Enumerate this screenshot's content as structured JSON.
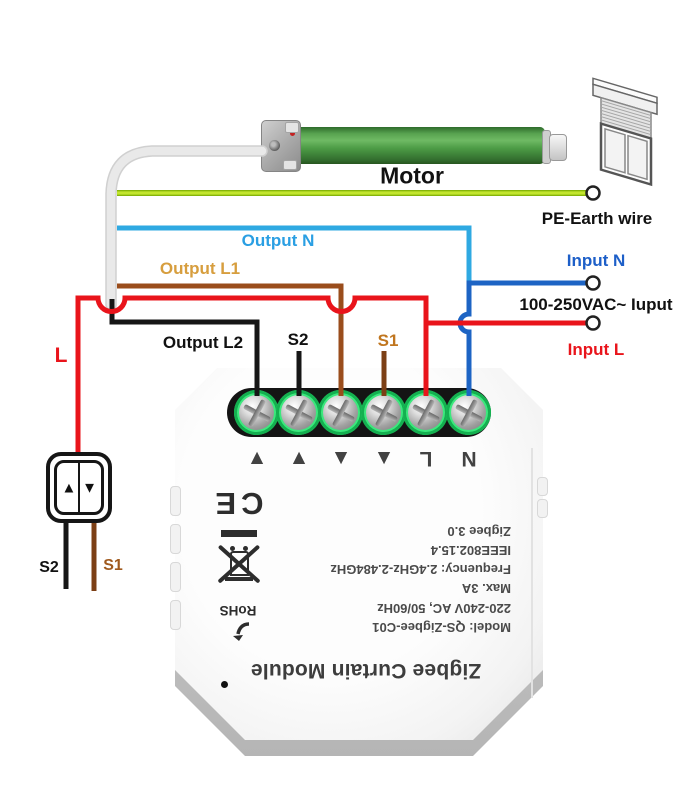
{
  "colors": {
    "red": "#e9141b",
    "output_n_blue": "#2fa9e2",
    "input_n_blue": "#1d64c4",
    "brown": "#9a4d1c",
    "s1_brown": "#7c3f15",
    "black_wire": "#161616",
    "earth_green": "#c3e62e",
    "earth_green_dark": "#86b50a",
    "cable_white": "#e9e9e9",
    "cable_edge": "#d0d0d0",
    "label_output_n": "#2a9fe3",
    "label_input_n": "#1d5fc8",
    "label_output_l1": "#d79e3e",
    "label_s1": "#c0761f",
    "label_s1_switch": "#a05a1e"
  },
  "motor": {
    "label": "Motor"
  },
  "wires": {
    "pe_label": "PE-Earth wire",
    "output_n_label": "Output N",
    "output_l1_label": "Output L1",
    "output_l2_label": "Output L2",
    "s2_label": "S2",
    "s1_label": "S1",
    "input_n_label": "Input N",
    "vac_label": "100-250VAC~ Iuput",
    "input_l_label": "Input L",
    "l_label": "L"
  },
  "switch": {
    "s2_label": "S2",
    "s1_label": "S1",
    "up_icon": "▲",
    "down_icon": "▼"
  },
  "module": {
    "markings": [
      "▲",
      "▲",
      "▼",
      "▼",
      "L",
      "N"
    ],
    "title": "Zigbee Curtain Module",
    "lines": [
      "Model: QS-Zigbee-C01",
      "220-240V AC, 50/60Hz",
      "Max. 3A",
      "Frequency: 2.4GHz-2.484GHz",
      "IEEE802.15.4",
      "Zigbee 3.0"
    ],
    "ce_mark": "CE",
    "rohs_mark": "RoHS"
  }
}
